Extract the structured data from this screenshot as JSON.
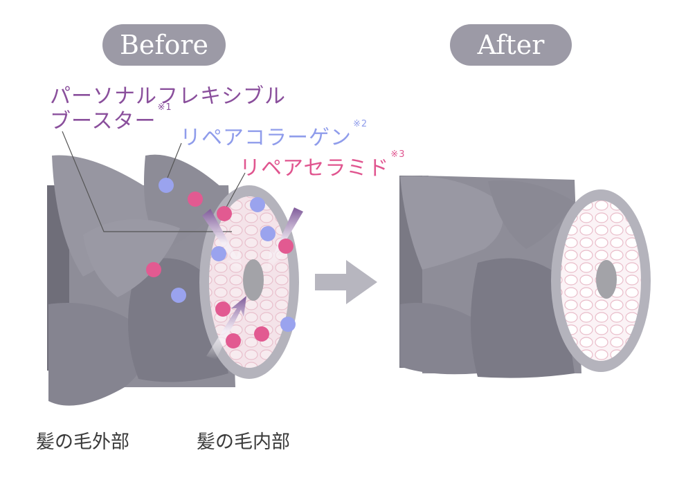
{
  "before_label": "Before",
  "after_label": "After",
  "ingredients": [
    {
      "line1": "パーソナルフレキシブル",
      "line2": "ブースター",
      "note": "※1",
      "color": "#8a4f9c"
    },
    {
      "name": "リペアコラーゲン",
      "note": "※2",
      "color": "#8f9ceb"
    },
    {
      "name": "リペアセラミド",
      "note": "※3",
      "color": "#e0558f"
    }
  ],
  "captions": {
    "outer": "髪の毛外部",
    "inner": "髪の毛内部"
  },
  "colors": {
    "hair": "#8c8b96",
    "hair_dark": "#6f6e79",
    "core": "#a3a3a8",
    "inner_fill": "#f3e3ea",
    "cell_stroke": "#e8b8c8",
    "dot_blue": "#9aa3ee",
    "dot_pink": "#e25a91",
    "arrow": "#b7b6bf"
  }
}
